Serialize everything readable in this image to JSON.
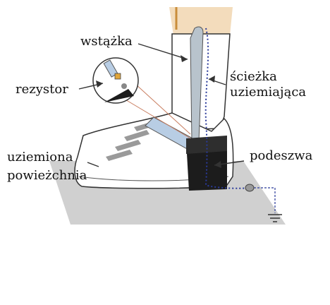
{
  "labels": {
    "ribbon": "wstążka",
    "resistor": "rezystor",
    "ground_path_1": "ścieżka",
    "ground_path_2": "uziemiająca",
    "grounded_surface_1": "uziemiona",
    "grounded_surface_2": "powieżchnia",
    "sole": "podeszwa"
  },
  "colors": {
    "floor": "#d0d0d0",
    "strap": "#1c1c1c",
    "ribbon": "#b8cde4",
    "ground_line": "#2a3a9a",
    "leg_stripe": "#c98d3a",
    "outline": "#333333"
  }
}
